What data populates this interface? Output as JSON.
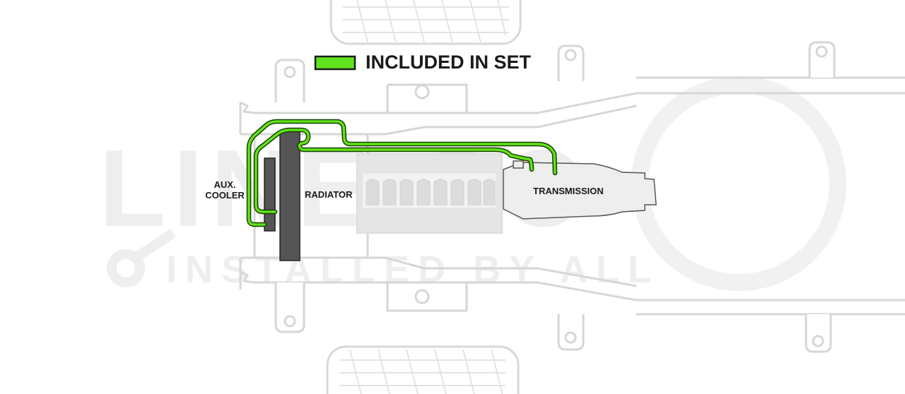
{
  "legend": {
    "label": "INCLUDED IN SET",
    "swatch_color": "#5fe31a"
  },
  "labels": {
    "aux_cooler_line1": "AUX.",
    "aux_cooler_line2": "COOLER",
    "radiator": "RADIATOR",
    "transmission": "TRANSMISSION"
  },
  "watermark": {
    "brand": "LINE CO",
    "tagline": "INSTALLED BY ALL"
  },
  "colors": {
    "included_line": "#5fe31a",
    "line_outline": "#1a3d05",
    "frame_outline": "#d8d8d8",
    "component_dark": "#555555",
    "engine_fill": "#e6e6e6",
    "transmission_fill": "#eeeeee"
  }
}
